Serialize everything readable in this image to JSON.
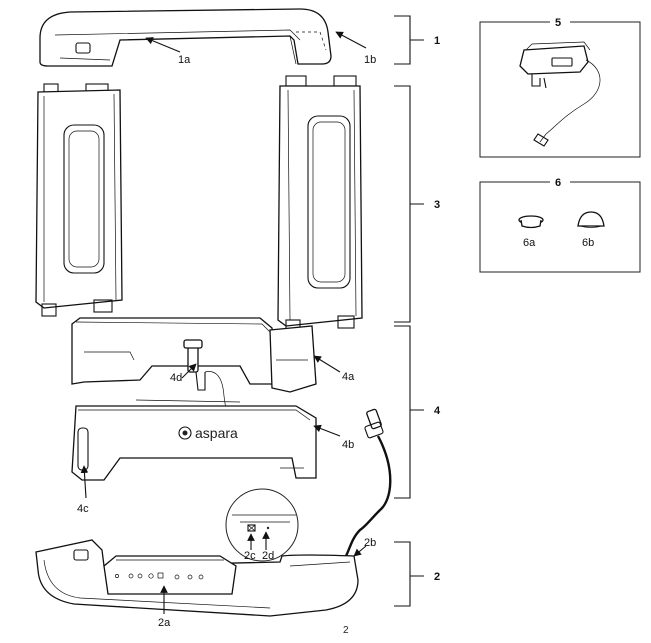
{
  "diagram": {
    "brand_logo_text": "aspara",
    "page_number": "2",
    "group_labels": {
      "g1": "1",
      "g2": "2",
      "g3": "3",
      "g4": "4",
      "g5": "5",
      "g6": "6"
    },
    "callouts": {
      "c1a": "1a",
      "c1b": "1b",
      "c2a": "2a",
      "c2b": "2b",
      "c2c": "2c",
      "c2d": "2d",
      "c4a": "4a",
      "c4b": "4b",
      "c4c": "4c",
      "c4d": "4d",
      "c6a": "6a",
      "c6b": "6b"
    }
  }
}
